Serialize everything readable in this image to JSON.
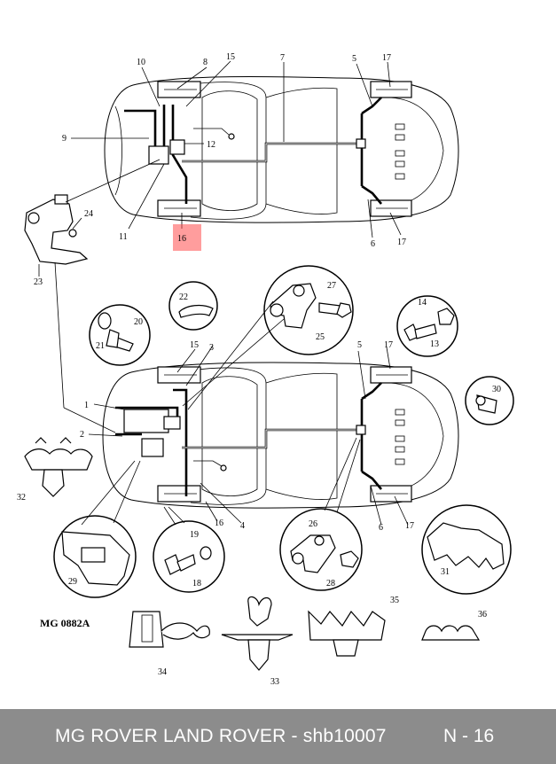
{
  "diagram": {
    "code": "MG 0882A",
    "top_labels": [
      "10",
      "8",
      "15",
      "7",
      "5",
      "17",
      "9",
      "12",
      "11",
      "16",
      "24",
      "6",
      "17",
      "23"
    ],
    "bottom_labels": [
      "22",
      "27",
      "20",
      "21",
      "25",
      "14",
      "13",
      "15",
      "3",
      "5",
      "17",
      "1",
      "30",
      "2",
      "16",
      "4",
      "6",
      "17",
      "32",
      "19",
      "18",
      "29",
      "26",
      "28",
      "31",
      "35",
      "36",
      "34",
      "33"
    ],
    "highlight_label": "16",
    "highlight_color": "#ff4d4d"
  },
  "footer": {
    "title": "MG ROVER LAND ROVER - shb10007",
    "page": "N - 16",
    "background": "#8c8c8c"
  }
}
